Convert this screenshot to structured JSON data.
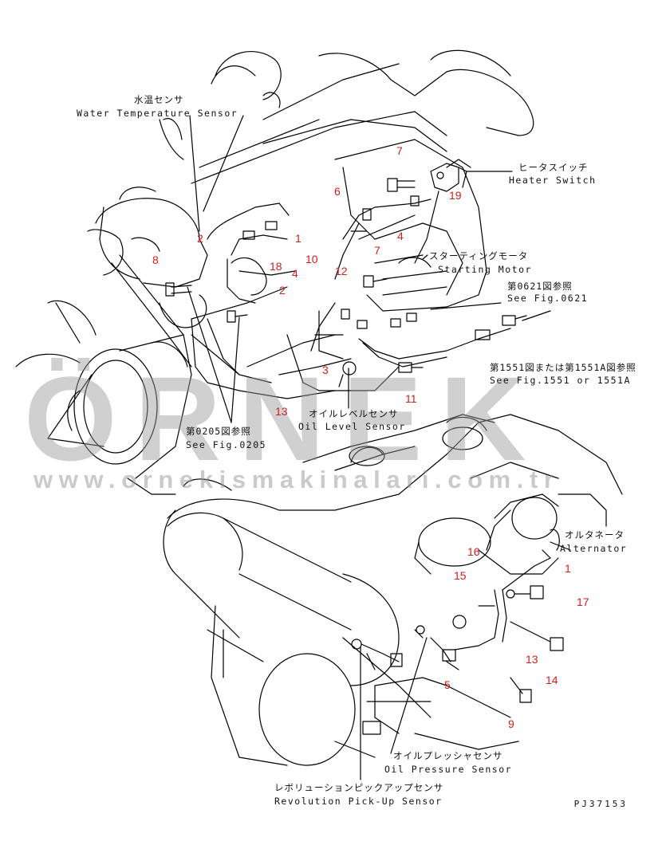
{
  "labels": {
    "water_temp_jp": "水温センサ",
    "water_temp_en": "Water Temperature Sensor",
    "heater_switch_jp": "ヒータスイッチ",
    "heater_switch_en": "Heater Switch",
    "starting_motor_jp": "スターティングモータ",
    "starting_motor_en": "Starting Motor",
    "fig0621_jp": "第0621図参照",
    "fig0621_en": "See Fig.0621",
    "fig1551_jp": "第1551図または第1551A図参照",
    "fig1551_en": "See Fig.1551 or 1551A",
    "oil_level_jp": "オイルレベルセンサ",
    "oil_level_en": "Oil Level Sensor",
    "fig0205_jp": "第0205図参照",
    "fig0205_en": "See Fig.0205",
    "alternator_jp": "オルタネータ",
    "alternator_en": "Alternator",
    "oil_pressure_jp": "オイルプレッシャセンサ",
    "oil_pressure_en": "Oil Pressure Sensor",
    "revolution_jp": "レボリューションピックアップセンサ",
    "revolution_en": "Revolution Pick-Up Sensor"
  },
  "part_numbers": {
    "n7a": "7",
    "n6": "6",
    "n19": "19",
    "n2a": "2",
    "n8": "8",
    "n1a": "1",
    "n4a": "4",
    "n7b": "7",
    "n18": "18",
    "n10": "10",
    "n12": "12",
    "n4b": "4",
    "n2b": "2",
    "n3": "3",
    "n11": "11",
    "n13a": "13",
    "n16": "16",
    "n1b": "1",
    "n15": "15",
    "n17": "17",
    "n13b": "13",
    "n14": "14",
    "n5": "5",
    "n9": "9"
  },
  "drawing_code": "PJ37153",
  "watermark": {
    "brand": "ÖRNEK",
    "url": "www.ornekismakinalari.com.tr"
  },
  "colors": {
    "line": "#000000",
    "part_number": "#d11e1e",
    "watermark": "#969696"
  }
}
